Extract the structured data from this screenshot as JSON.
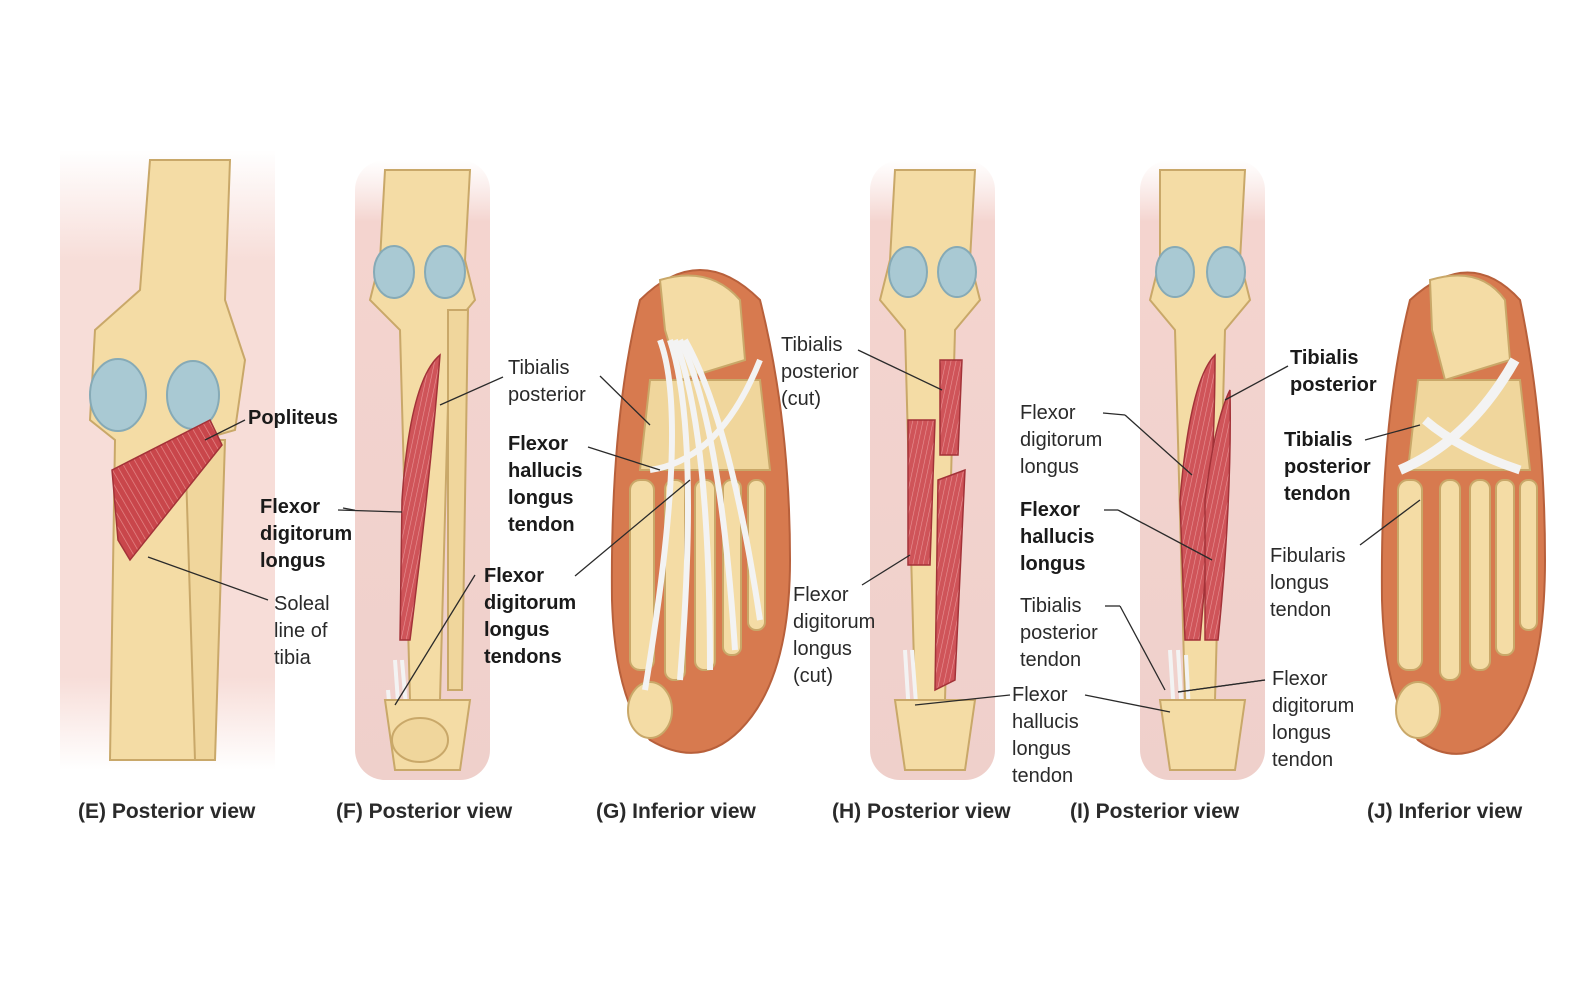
{
  "colors": {
    "bone": "#f4dca5",
    "bone_dark": "#c9a869",
    "cartilage": "#a9c9d3",
    "muscle": "#c9464b",
    "muscle_light": "#e07b7c",
    "tendon": "#f3f3f3",
    "skin": "#f7ddd8",
    "sole": "#d77a4f",
    "leader": "#2a2a2a"
  },
  "panels": {
    "E": {
      "caption": "(E) Posterior view",
      "labels": {
        "popliteus": "Popliteus",
        "fdl_1": "Flexor",
        "fdl_2": "digitorum",
        "fdl_3": "longus",
        "soleal_1": "Soleal",
        "soleal_2": "line of",
        "soleal_3": "tibia"
      }
    },
    "F": {
      "caption": "(F) Posterior view",
      "labels": {
        "tp_1": "Tibialis",
        "tp_2": "posterior",
        "fhl_1": "Flexor",
        "fhl_2": "hallucis",
        "fhl_3": "longus",
        "fhl_4": "tendon",
        "fdl_1": "Flexor",
        "fdl_2": "digitorum",
        "fdl_3": "longus",
        "fdl_4": "tendons"
      }
    },
    "G": {
      "caption": "(G) Inferior view"
    },
    "H": {
      "caption": "(H) Posterior view",
      "labels": {
        "tp_1": "Tibialis",
        "tp_2": "posterior",
        "tp_3": "(cut)",
        "fdl_1": "Flexor",
        "fdl_2": "digitorum",
        "fdl_3": "longus",
        "fdl_4": "(cut)"
      }
    },
    "I": {
      "caption": "(I) Posterior view",
      "labels": {
        "fdl_1": "Flexor",
        "fdl_2": "digitorum",
        "fdl_3": "longus",
        "fhl_1": "Flexor",
        "fhl_2": "hallucis",
        "fhl_3": "longus",
        "tpt_1": "Tibialis",
        "tpt_2": "posterior",
        "tpt_3": "tendon",
        "fhlt_1": "Flexor",
        "fhlt_2": "hallucis",
        "fhlt_3": "longus",
        "fhlt_4": "tendon"
      }
    },
    "J": {
      "caption": "(J) Inferior view",
      "labels": {
        "tp_1": "Tibialis",
        "tp_2": "posterior",
        "tpt_1": "Tibialis",
        "tpt_2": "posterior",
        "tpt_3": "tendon",
        "fib_1": "Fibularis",
        "fib_2": "longus",
        "fib_3": "tendon",
        "fdlt_1": "Flexor",
        "fdlt_2": "digitorum",
        "fdlt_3": "longus",
        "fdlt_4": "tendon"
      }
    }
  }
}
